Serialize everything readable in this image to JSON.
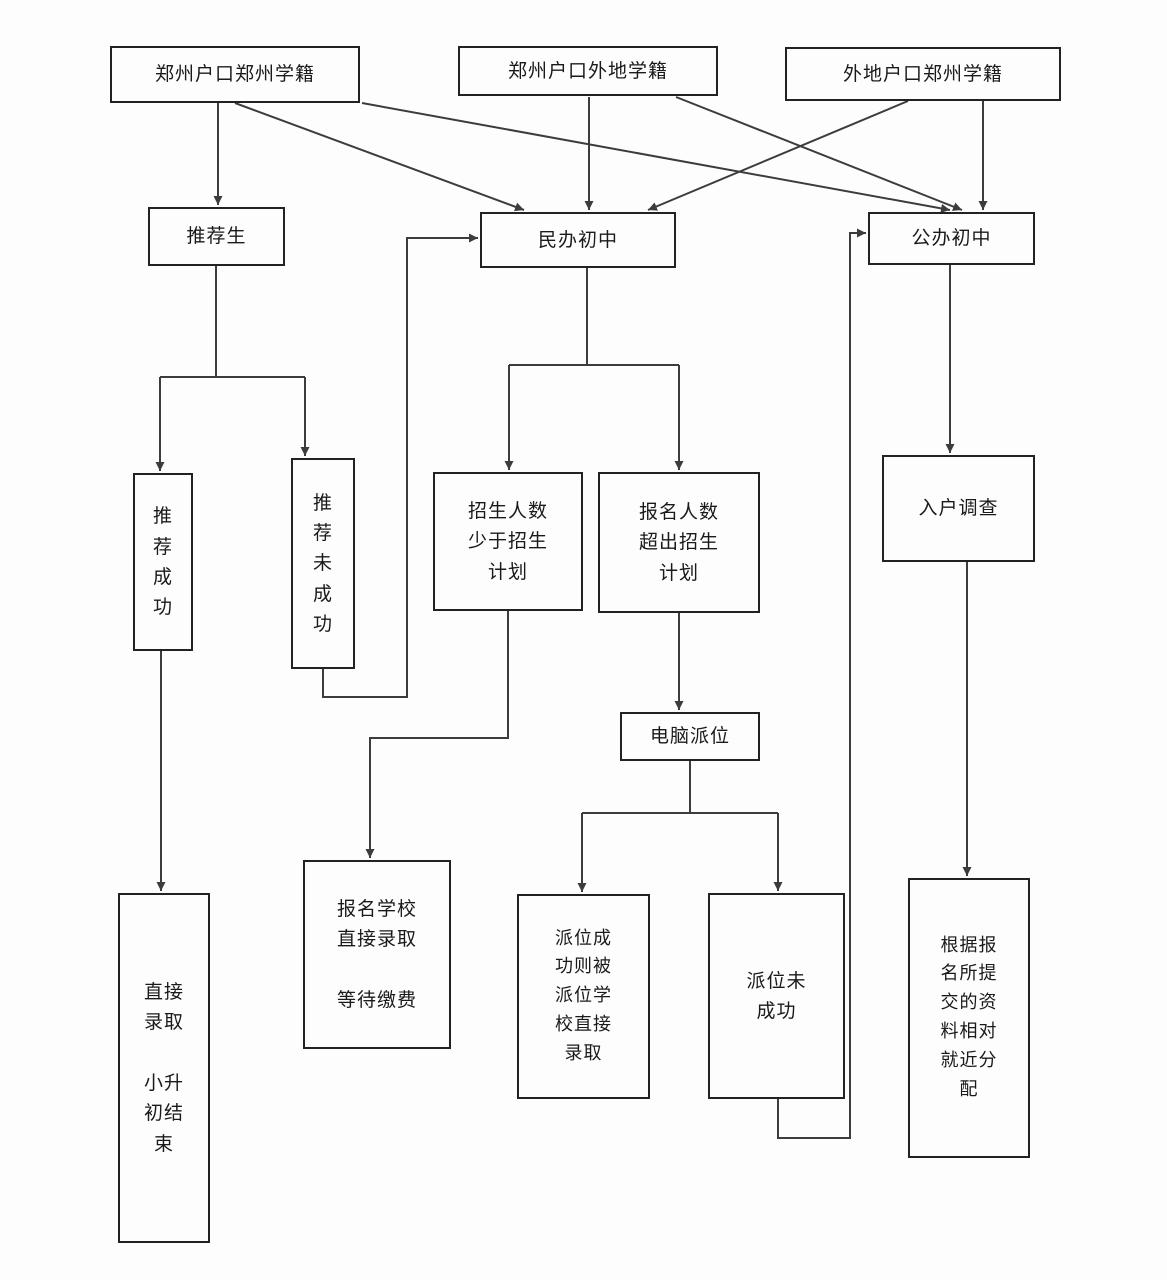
{
  "colors": {
    "background": "#fdfdfd",
    "box_border": "#222222",
    "connector_line": "#3c3c3c",
    "text": "#1a1a1a"
  },
  "nodes": {
    "zz_hukou_zz_xueji": "郑州户口郑州学籍",
    "zz_hukou_wd_xueji": "郑州户口外地学籍",
    "wd_hukou_zz_xueji": "外地户口郑州学籍",
    "tuijiansheng": "推荐生",
    "minban_chuzhong": "民办初中",
    "gongban_chuzhong": "公办初中",
    "tuijian_chenggong": "推\n荐\n成\n功",
    "tuijian_wei_chenggong": "推\n荐\n未\n成\n功",
    "zhaosheng_shaoyu_jihua": "招生人数\n少于招生\n计划",
    "baoming_chaochu_jihua": "报名人数\n超出招生\n计划",
    "ruhu_diaocha": "入户调查",
    "diannao_paiwei": "电脑派位",
    "zhijie_luqu_jieshu": "直接\n录取\n\n小升\n初结\n束",
    "baoming_xuexiao_luqu": "报名学校\n直接录取\n\n等待缴费",
    "paiwei_chenggong_luqu": "派位成\n功则被\n派位学\n校直接\n录取",
    "paiwei_wei_chenggong": "派位未\n成功",
    "jiujin_fenpei": "根据报\n名所提\n交的资\n料相对\n就近分\n配"
  }
}
